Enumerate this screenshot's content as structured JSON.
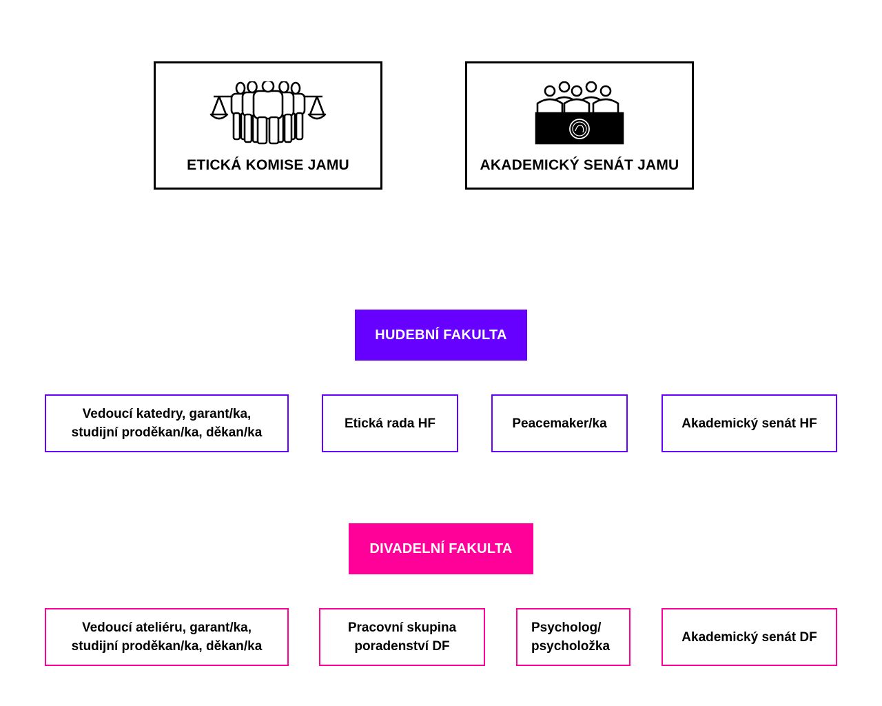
{
  "top_boxes": {
    "ethics_committee": {
      "label": "ETICKÁ KOMISE JAMU",
      "icon": "scales-people-icon"
    },
    "academic_senate": {
      "label": "AKADEMICKÝ SENÁT JAMU",
      "icon": "senate-bench-icon"
    }
  },
  "colors": {
    "hf": "#6600ff",
    "df": "#ff0099",
    "border": "#000000"
  },
  "hudebni": {
    "title": "HUDEBNÍ FAKULTA",
    "nodes": [
      "Vedoucí katedry, garant/ka,\nstudijní proděkan/ka, děkan/ka",
      "Etická rada HF",
      "Peacemaker/ka",
      "Akademický senát HF"
    ]
  },
  "divadelni": {
    "title": "DIVADELNÍ FAKULTA",
    "nodes": [
      "Vedoucí ateliéru, garant/ka,\nstudijní proděkan/ka, děkan/ka",
      "Pracovní skupina\nporadenství DF",
      "Psycholog/\npsycholožka",
      "Akademický senát DF"
    ]
  }
}
